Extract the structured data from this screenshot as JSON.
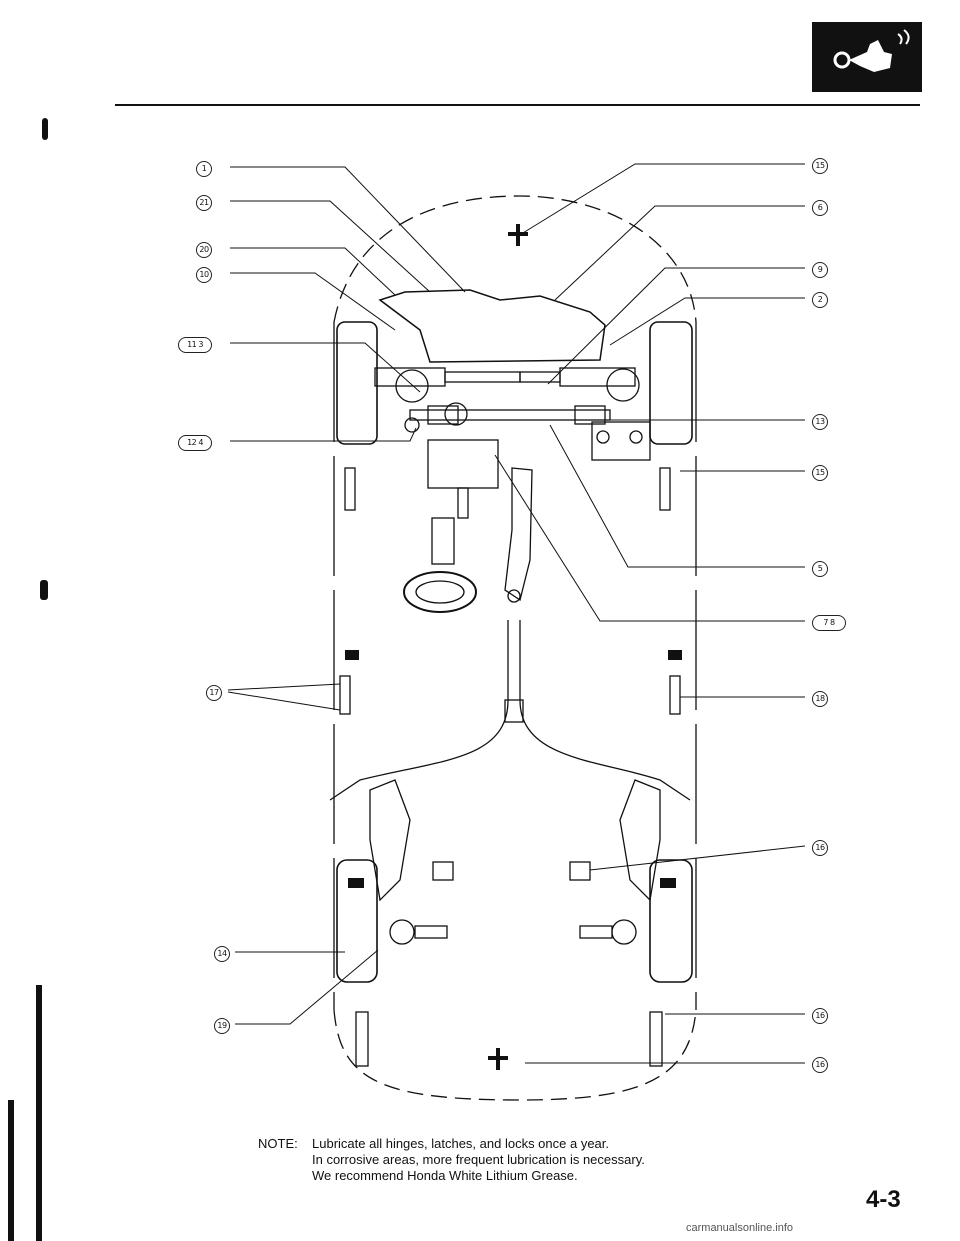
{
  "callouts_left": [
    {
      "id": "c1",
      "label": "1"
    },
    {
      "id": "c21",
      "label": "21"
    },
    {
      "id": "c20",
      "label": "20"
    },
    {
      "id": "c10",
      "label": "10"
    },
    {
      "id": "c11_3",
      "label": "11 3"
    },
    {
      "id": "c12_4",
      "label": "12 4"
    },
    {
      "id": "c17",
      "label": "17"
    },
    {
      "id": "c14",
      "label": "14"
    },
    {
      "id": "c19",
      "label": "19"
    }
  ],
  "callouts_right": [
    {
      "id": "r15a",
      "label": "15"
    },
    {
      "id": "r6",
      "label": "6"
    },
    {
      "id": "r9",
      "label": "9"
    },
    {
      "id": "r2",
      "label": "2"
    },
    {
      "id": "r13",
      "label": "13"
    },
    {
      "id": "r15b",
      "label": "15"
    },
    {
      "id": "r5",
      "label": "5"
    },
    {
      "id": "r7_8",
      "label": "7 8"
    },
    {
      "id": "r18",
      "label": "18"
    },
    {
      "id": "r16a",
      "label": "16"
    },
    {
      "id": "r16b",
      "label": "16"
    },
    {
      "id": "r16c",
      "label": "16"
    }
  ],
  "note": {
    "label": "NOTE:",
    "line1": "Lubricate all hinges, latches, and locks once a year.",
    "line2": "In corrosive areas, more frequent lubrication is necessary.",
    "line3": "We recommend Honda White Lithium Grease."
  },
  "page_number": "4-3",
  "watermark": "carmanualsonline.info",
  "icons": {
    "logo": "grease-gun-hand-icon",
    "lube_point": "lubrication-point-icon"
  }
}
